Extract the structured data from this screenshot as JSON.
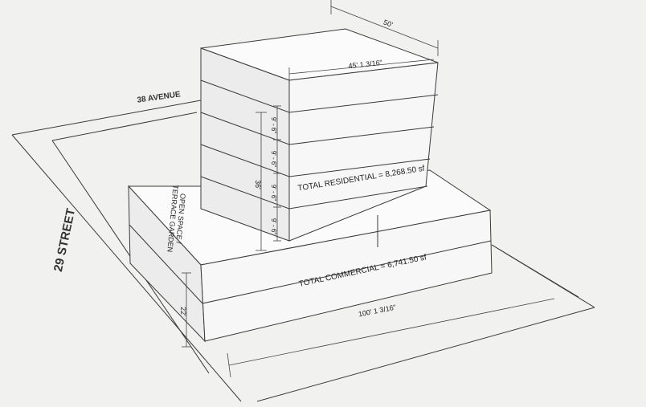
{
  "labels": {
    "street_left": "29 STREET",
    "avenue_top": "38 AVENUE",
    "total_residential": "TOTAL RESIDENTIAL = 8,268.50 sf",
    "total_commercial": "TOTAL COMMERCIAL = 6,741.50 sf",
    "terrace_line1": "OPEN SPACE /",
    "terrace_line2": "TERRACE GARDEN",
    "dim_top_width": "50'",
    "dim_top_depth": "45' 1 3/16\"",
    "dim_total_height": "36'",
    "dim_floor_1": "9' - 6\"",
    "dim_floor_2": "9' - 6\"",
    "dim_floor_3": "9' - 6\"",
    "dim_floor_4": "9' - 6\"",
    "dim_base_length": "100' 1 3/16\"",
    "dim_base_height": "22'"
  }
}
